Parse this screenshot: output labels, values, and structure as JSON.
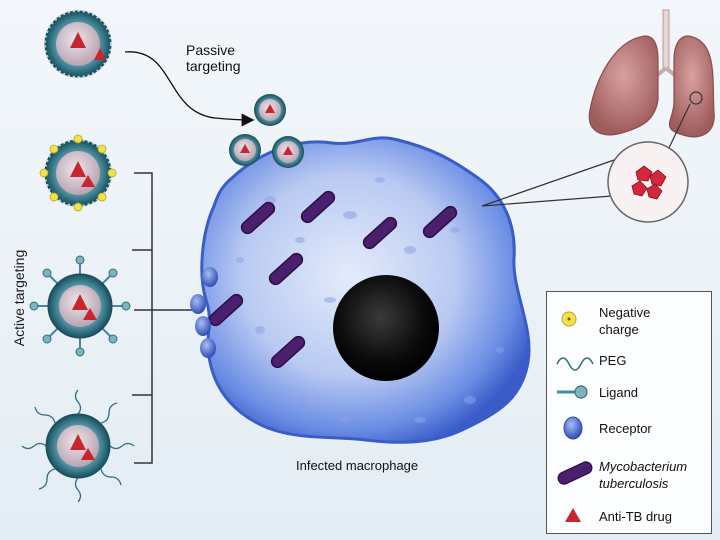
{
  "labels": {
    "passive_line1": "Passive",
    "passive_line2": "targeting",
    "active": "Active targeting",
    "macrophage": "Infected macrophage"
  },
  "legend": {
    "negative_charge_line1": "Negative",
    "negative_charge_line2": "charge",
    "peg": "PEG",
    "ligand": "Ligand",
    "receptor": "Receptor",
    "mtb_line1": "Mycobacterium",
    "mtb_line2": "tuberculosis",
    "drug": "Anti-TB drug"
  },
  "colors": {
    "nanoparticle_shell": "#2f6f7f",
    "nanoparticle_core": "#c9b8c4",
    "drug": "#c8252e",
    "negative_charge": "#f2e24a",
    "macrophage": "#5a7fe0",
    "bacterium": "#4b1f6e",
    "nucleus": "#0a0a0a",
    "lung": "#b87878"
  }
}
